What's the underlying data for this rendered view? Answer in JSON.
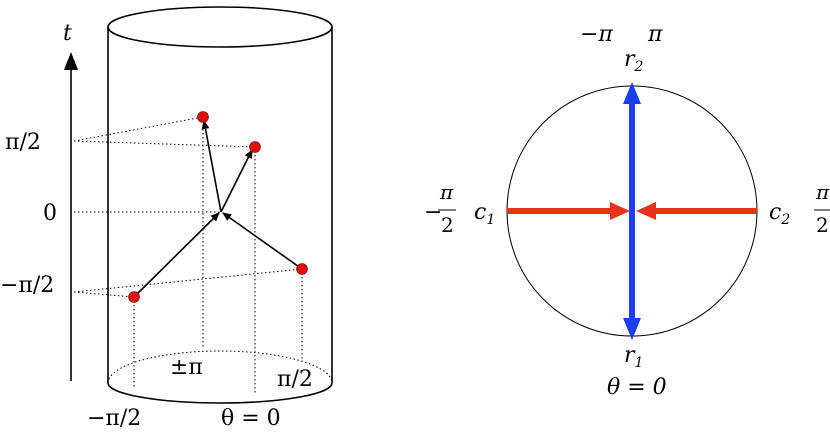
{
  "left_diagram": {
    "time_axis_label": "t",
    "time_ticks": [
      "π/2",
      "0",
      "−π/2"
    ],
    "angle_labels": {
      "pm_pi": "±π",
      "pi_half": "π/2",
      "neg_pi_half": "−π/2",
      "theta_zero": "θ = 0"
    },
    "point_color": "#e01010"
  },
  "right_diagram": {
    "top_labels": {
      "neg_pi": "−π",
      "pi": "π"
    },
    "r2": {
      "letter": "r",
      "sub": "2"
    },
    "r1": {
      "letter": "r",
      "sub": "1"
    },
    "c1": {
      "letter": "c",
      "sub": "1"
    },
    "c2": {
      "letter": "c",
      "sub": "2"
    },
    "left_frac": {
      "sign": "−",
      "num": "π",
      "den": "2"
    },
    "right_frac": {
      "num": "π",
      "den": "2"
    },
    "theta_label": "θ = 0",
    "colors": {
      "blue_arrow": "#1a3ef0",
      "red_arrow": "#e8321a"
    }
  }
}
